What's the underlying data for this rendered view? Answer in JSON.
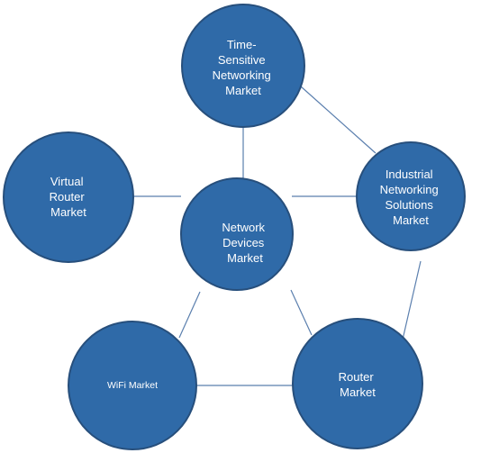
{
  "diagram": {
    "nodes": {
      "tsn": {
        "lines": [
          "Time-",
          "Sensitive",
          "Networking",
          "Market"
        ]
      },
      "industrial": {
        "lines": [
          "Industrial",
          "Networking",
          "Solutions",
          "Market"
        ]
      },
      "virtual_router": {
        "lines": [
          "Virtual",
          "Router",
          "Market"
        ]
      },
      "network_devices": {
        "lines": [
          "Network",
          "Devices",
          "Market"
        ]
      },
      "wifi": {
        "lines": [
          "WiFi Market"
        ]
      },
      "router": {
        "lines": [
          "Router",
          "Market"
        ]
      }
    },
    "colors": {
      "node_fill": "#2f6aa8",
      "node_stroke": "#274f7c",
      "connector": "#5b7fae",
      "label_text": "#ffffff"
    }
  }
}
